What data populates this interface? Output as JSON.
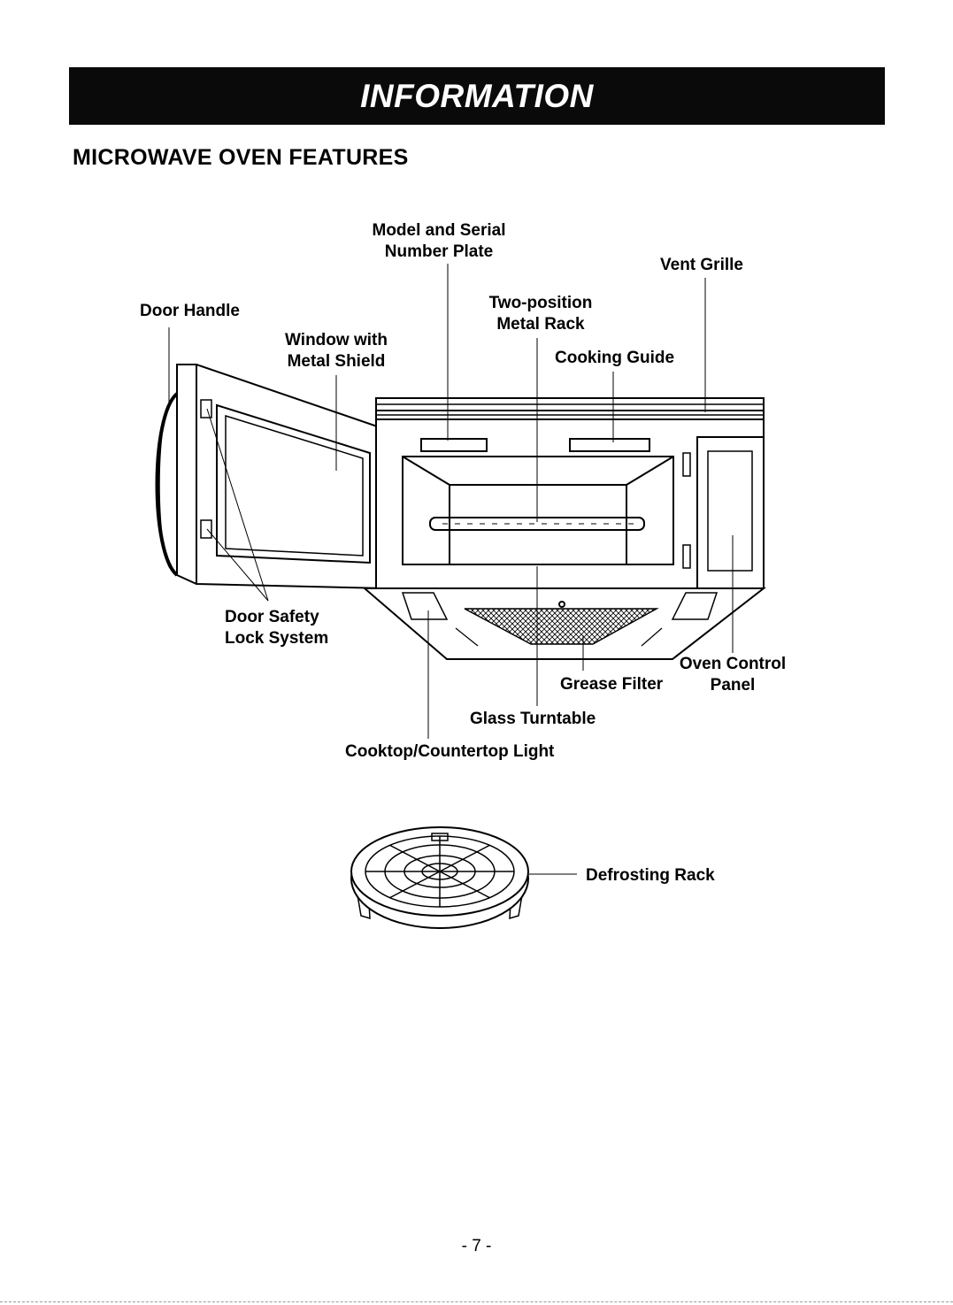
{
  "banner": {
    "title": "INFORMATION"
  },
  "section": {
    "title": "MICROWAVE OVEN FEATURES"
  },
  "labels": {
    "model_serial_line1": "Model and Serial",
    "model_serial_line2": "Number Plate",
    "vent_grille": "Vent Grille",
    "door_handle": "Door Handle",
    "two_position_line1": "Two-position",
    "two_position_line2": "Metal Rack",
    "window_line1": "Window with",
    "window_line2": "Metal Shield",
    "cooking_guide": "Cooking Guide",
    "door_safety_line1": "Door Safety",
    "door_safety_line2": "Lock System",
    "oven_control_line1": "Oven Control",
    "oven_control_line2": "Panel",
    "grease_filter": "Grease Filter",
    "glass_turntable": "Glass Turntable",
    "cooktop_light": "Cooktop/Countertop Light",
    "defrosting_rack": "Defrosting Rack"
  },
  "footer": {
    "page_number": "- 7 -"
  }
}
